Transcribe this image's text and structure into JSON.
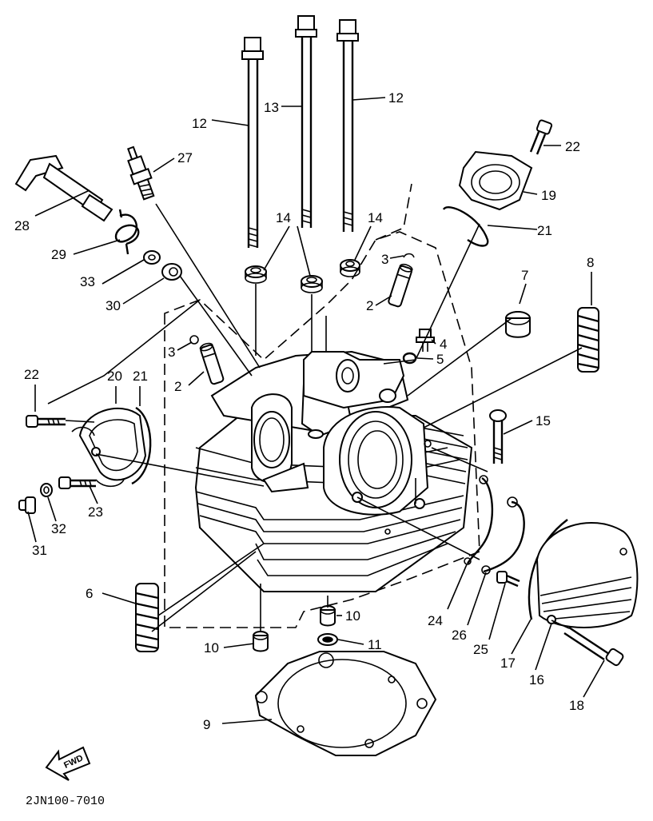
{
  "diagram": {
    "drawing_code": "2JN100-7010",
    "fwd_label": "FWD",
    "callouts": {
      "c1": "12",
      "c2": "13",
      "c3": "12",
      "c4": "22",
      "c5": "27",
      "c6": "19",
      "c7": "28",
      "c8": "14",
      "c9": "14",
      "c10": "21",
      "c11": "29",
      "c12": "3",
      "c13": "33",
      "c14": "2",
      "c15": "7",
      "c16": "8",
      "c17": "30",
      "c18": "3",
      "c19": "4",
      "c20": "5",
      "c21": "2",
      "c22": "22",
      "c23": "20",
      "c24": "21",
      "c25": "15",
      "c26": "23",
      "c27": "32",
      "c28": "31",
      "c29": "6",
      "c30": "10",
      "c31": "11",
      "c32": "10",
      "c33": "24",
      "c34": "26",
      "c35": "25",
      "c36": "17",
      "c37": "16",
      "c38": "18",
      "c39": "9"
    }
  }
}
